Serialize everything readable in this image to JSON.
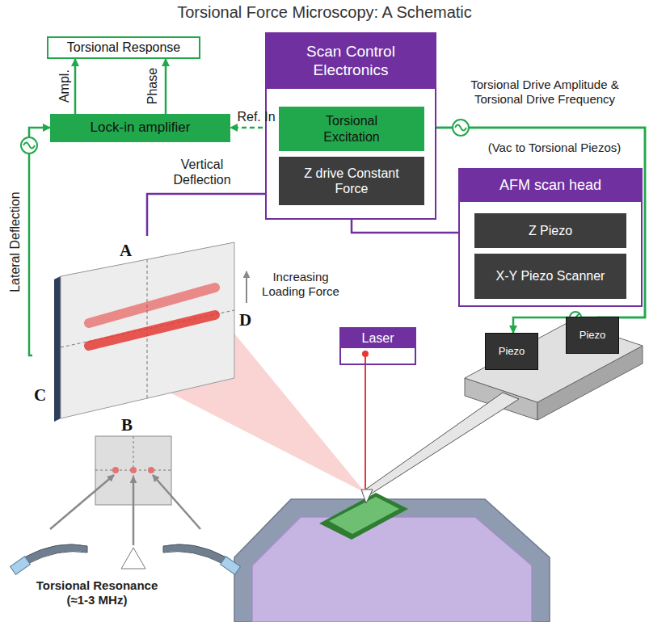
{
  "diagram": {
    "title": "Torsional Force Microscopy: A Schematic",
    "nodes": [
      {
        "text": [
          "Torsional Response"
        ]
      },
      {
        "text": [
          "Lock-in amplifier"
        ]
      },
      {
        "text": [
          "Scan Control Electronics"
        ]
      },
      {
        "text": [
          "Torsional Excitation"
        ],
        "in": 2
      },
      {
        "text": [
          "Z drive Constant Force"
        ],
        "in": 2
      },
      {
        "text": [
          "AFM scan head"
        ]
      },
      {
        "text": [
          "Z Piezo"
        ],
        "in": 5
      },
      {
        "text": [
          "X-Y Piezo Scanner"
        ],
        "in": 5
      },
      {
        "text": [
          "Laser"
        ]
      },
      {
        "text": [
          "Piezo"
        ]
      },
      {
        "text": [
          "Piezo"
        ]
      },
      {
        "text": [
          "A",
          "B",
          "C",
          "D"
        ]
      }
    ],
    "edges": [
      {
        "from": 1,
        "to": 0,
        "label": "Ampl.",
        "arrow": "to"
      },
      {
        "from": 1,
        "to": 0,
        "label": "Phase",
        "arrow": "to"
      },
      {
        "from": 3,
        "to": 1,
        "label": "Ref. In",
        "arrow": "to"
      },
      {
        "from": 3,
        "to": 9,
        "label": "Torsional Drive Amplitude & Torsional Drive Frequency",
        "arrow": "to"
      },
      {
        "from": 3,
        "to": 10,
        "arrow": "to"
      },
      {
        "from": 4,
        "to": 6,
        "arrow": "to"
      },
      {
        "from": 11,
        "to": 4,
        "label": "Vertical Deflection",
        "arrow": "to"
      },
      {
        "from": 11,
        "to": 1,
        "label": "Lateral Deflection",
        "arrow": "to"
      }
    ],
    "labels": [
      "(Vac to Torsional Piezos)",
      "Increasing Loading Force",
      "Torsional Resonance (≈1-3 MHz)"
    ]
  }
}
